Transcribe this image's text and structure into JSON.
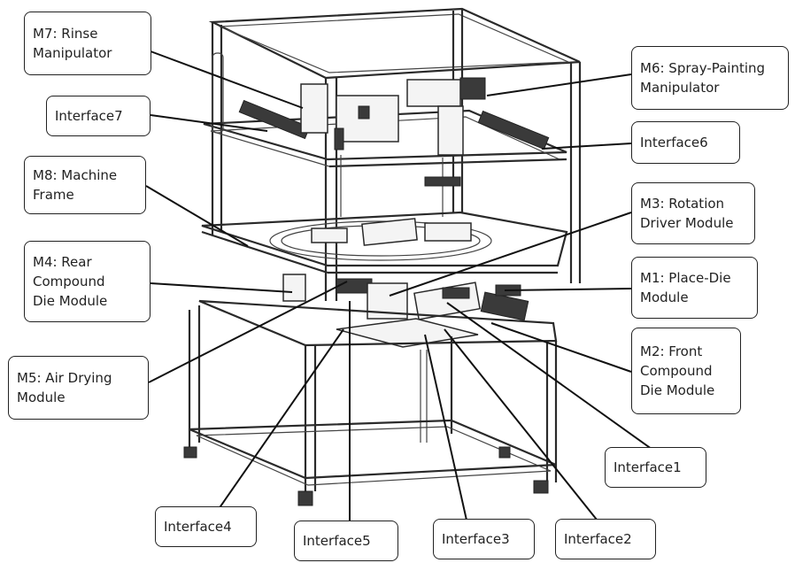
{
  "labels": {
    "m7": "M7: Rinse\nManipulator",
    "interface7": "Interface7",
    "m8": "M8: Machine\nFrame",
    "m4": "M4: Rear\nCompound\nDie Module",
    "m5": "M5: Air Drying\nModule",
    "m6": "M6: Spray-Painting\nManipulator",
    "interface6": "Interface6",
    "m3": "M3: Rotation\nDriver Module",
    "m1": "M1: Place-Die\nModule",
    "m2": "M2: Front\nCompound\nDie Module",
    "interface1": "Interface1",
    "interface4": "Interface4",
    "interface5": "Interface5",
    "interface3": "Interface3",
    "interface2": "Interface2"
  }
}
